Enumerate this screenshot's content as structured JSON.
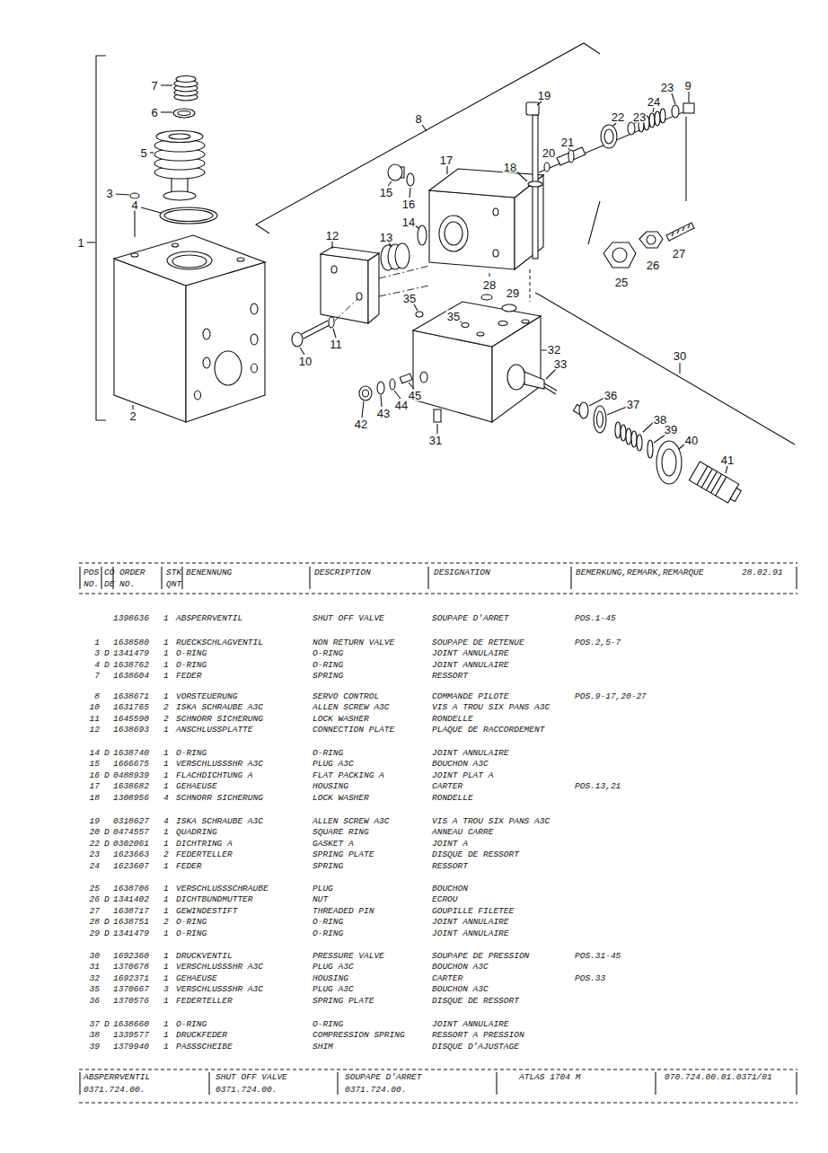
{
  "diagram": {
    "labels": [
      "7",
      "6",
      "5",
      "3",
      "4",
      "1",
      "2",
      "8",
      "19",
      "22",
      "23",
      "24",
      "23",
      "9",
      "21",
      "20",
      "18",
      "17",
      "15",
      "16",
      "14",
      "12",
      "13",
      "25",
      "26",
      "27",
      "28",
      "29",
      "35",
      "35",
      "32",
      "33",
      "30",
      "11",
      "10",
      "45",
      "44",
      "43",
      "42",
      "31",
      "36",
      "37",
      "38",
      "39",
      "40",
      "41",
      "POS",
      "CO",
      "ORDER",
      "STK",
      "BENENNUNG",
      "DESCRIPTION",
      "DESIGNATION",
      "BEMERKUNG,REMARK,REMARQUE",
      "28.02.91",
      "NO.",
      "DE",
      "NO.",
      "QNT",
      "1398636",
      "1",
      "ABSPERRVENTIL",
      "SHUT OFF VALVE",
      "SOUPAPE D'ARRET",
      "POS.1-45",
      "1",
      "1638580",
      "1",
      "RUECKSCHLAGVENTIL",
      "NON RETURN VALVE",
      "SOUPAPE DE RETENUE",
      "POS.2,5-7",
      "3",
      "D",
      "1341479",
      "1",
      "O-RING",
      "O-RING",
      "JOINT ANNULAIRE",
      "4",
      "D",
      "1638762",
      "1",
      "O-RING",
      "O-RING",
      "JOINT ANNULAIRE",
      "7",
      "1638604",
      "1",
      "FEDER",
      "SPRING",
      "RESSORT",
      "8",
      "1638671",
      "1",
      "VORSTEUERUNG",
      "SERVO CONTROL",
      "COMMANDE PILOTE",
      "POS.9-17,20-27",
      "10",
      "1631765",
      "2",
      "ISKA SCHRAUBE A3C",
      "ALLEN SCREW A3C",
      "VIS A TROU SIX PANS A3C",
      "11",
      "1645590",
      "2",
      "SCHNORR SICHERUNG",
      "LOCK WASHER",
      "RONDELLE",
      "12",
      "1638693",
      "1",
      "ANSCHLUSSPLATTE",
      "CONNECTION PLATE",
      "PLAQUE DE RACCORDEMENT",
      "14",
      "D",
      "1638740",
      "1",
      "O-RING",
      "O-RING",
      "JOINT ANNULAIRE",
      "15",
      "1666675",
      "1",
      "VERSCHLUSSSHR A3C",
      "PLUG A3C",
      "BOUCHON A3C",
      "16",
      "D",
      "0488939",
      "1",
      "FLACHDICHTUNG A",
      "FLAT PACKING A",
      "JOINT PLAT A",
      "17",
      "1638682",
      "1",
      "GEHAEUSE",
      "HOUSING",
      "CARTER",
      "POS.13,21",
      "18",
      "1308956",
      "4",
      "SCHNORR SICHERUNG",
      "LOCK WASHER",
      "RONDELLE",
      "19",
      "0318627",
      "4",
      "ISKA SCHRAUBE A3C",
      "ALLEN SCREW A3C",
      "VIS A TROU SIX PANS A3C",
      "20",
      "D",
      "0474557",
      "1",
      "QUADRING",
      "SQUARE RING",
      "ANNEAU CARRE",
      "22",
      "D",
      "0302061",
      "1",
      "DICHTRING A",
      "GASKET A",
      "JOINT A",
      "23",
      "1623663",
      "2",
      "FEDERTELLER",
      "SPRING PLATE",
      "DISQUE DE RESSORT",
      "24",
      "1623607",
      "1",
      "FEDER",
      "SPRING",
      "RESSORT",
      "25",
      "1638706",
      "1",
      "VERSCHLUSSSCHRAUBE",
      "PLUG",
      "BOUCHON",
      "26",
      "D",
      "1341402",
      "1",
      "DICHTBUNDMUTTER",
      "NUT",
      "ECROU",
      "27",
      "1638717",
      "1",
      "GEWINDESTIFT",
      "THREADED PIN",
      "GOUPILLE FILETEE",
      "28",
      "D",
      "1638751",
      "2",
      "O-RING",
      "O-RING",
      "JOINT ANNULAIRE",
      "29",
      "D",
      "1341479",
      "1",
      "O-RING",
      "O-RING",
      "JOINT ANNULAIRE",
      "30",
      "1692360",
      "1",
      "DRUCKVENTIL",
      "PRESSURE VALVE",
      "SOUPAPE DE PRESSION",
      "POS.31-45",
      "31",
      "1370678",
      "1",
      "VERSCHLUSSSHR A3C",
      "PLUG A3C",
      "BOUCHON A3C",
      "32",
      "1692371",
      "1",
      "GEHAEUSE",
      "HOUSING",
      "CARTER",
      "POS.33",
      "35",
      "1370667",
      "3",
      "VERSCHLUSSSHR A3C",
      "PLUG A3C",
      "BOUCHON A3C",
      "36",
      "1370576",
      "1",
      "FEDERTELLER",
      "SPRING PLATE",
      "DISQUE DE RESSORT",
      "37",
      "D",
      "1638660",
      "1",
      "O-RING",
      "O-RING",
      "JOINT ANNULAIRE",
      "38",
      "1339577",
      "1",
      "DRUCKFEDER",
      "COMPRESSION SPRING",
      "RESSORT A PRESSION",
      "39",
      "1379940",
      "1",
      "PASSSCHEIBE",
      "SHIM",
      "DISQUE D'AJUSTAGE",
      "ABSPERRVENTIL",
      "SHUT OFF VALVE",
      "SOUPAPE D'ARRET",
      "ATLAS 1704 M",
      "070.724.00.01.0371/01",
      "0371.724.00.",
      "0371.724.00.",
      "0371.724.00."
    ]
  }
}
